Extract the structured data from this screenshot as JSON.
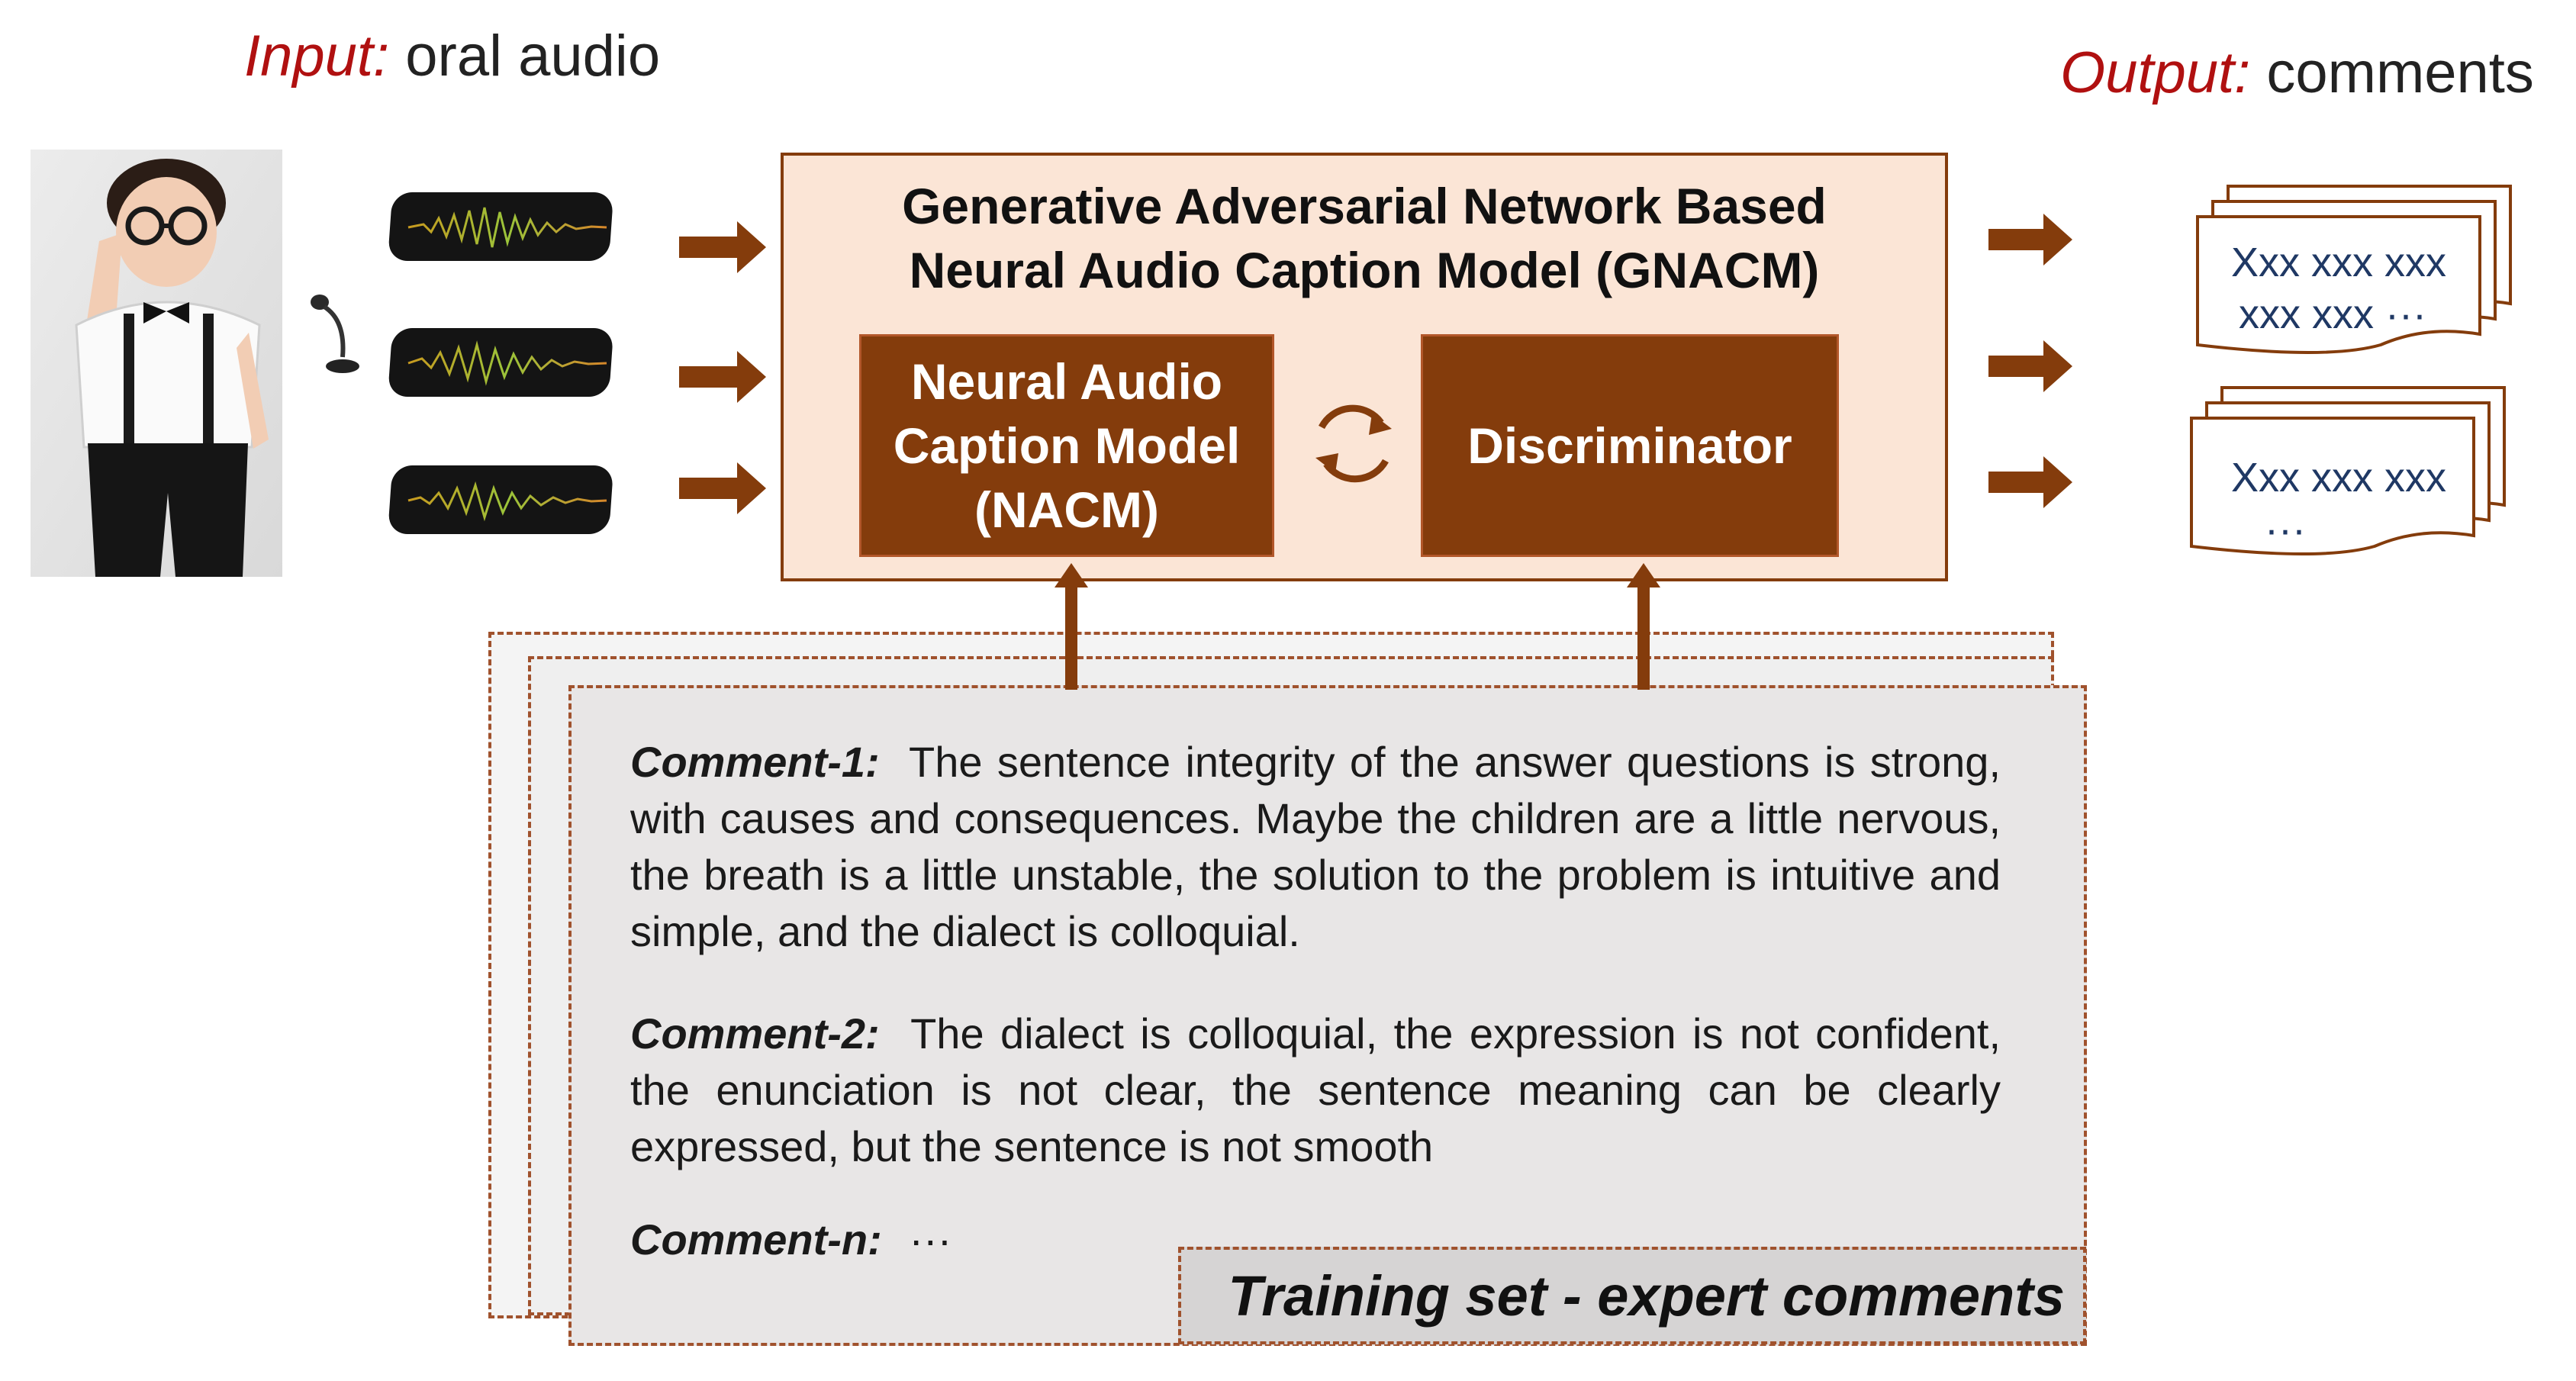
{
  "input": {
    "keyword": "Input:",
    "text": "oral audio"
  },
  "output": {
    "keyword": "Output:",
    "text": "comments"
  },
  "gan": {
    "title_line1": "Generative Adversarial Network Based",
    "title_line2": "Neural Audio Caption Model (GNACM)",
    "nacm_line1": "Neural Audio",
    "nacm_line2": "Caption Model",
    "nacm_line3": "(NACM)",
    "discriminator": "Discriminator"
  },
  "comments": {
    "c1_label": "Comment-1:",
    "c1_text": "The sentence integrity of the answer questions is strong, with causes and consequences. Maybe the children are a little nervous, the breath is a little unstable, the solution to the problem is intuitive and simple, and the dialect is colloquial.",
    "c2_label": "Comment-2:",
    "c2_text": "The dialect is colloquial, the expression is not confident, the enunciation is not clear, the sentence meaning can be clearly expressed, but the sentence is not smooth",
    "cn_label": "Comment-n:",
    "cn_text": "···"
  },
  "training_label": "Training set - expert comments",
  "outputs": {
    "doc1_line1": "Xxx xxx xxx",
    "doc1_line2": "xxx xxx ···",
    "doc2_line1": "Xxx xxx xxx",
    "doc2_line2": "···"
  },
  "colors": {
    "brown": "#843c0c",
    "box_fill": "#fbe5d6",
    "red_keyword": "#b01010",
    "doc_text": "#1f3864"
  },
  "icons": [
    "child-photo",
    "microphone-icon",
    "audio-waveform-icon",
    "cycle-arrows-icon",
    "arrow-right-icon",
    "arrow-up-icon",
    "document-stack-icon"
  ]
}
